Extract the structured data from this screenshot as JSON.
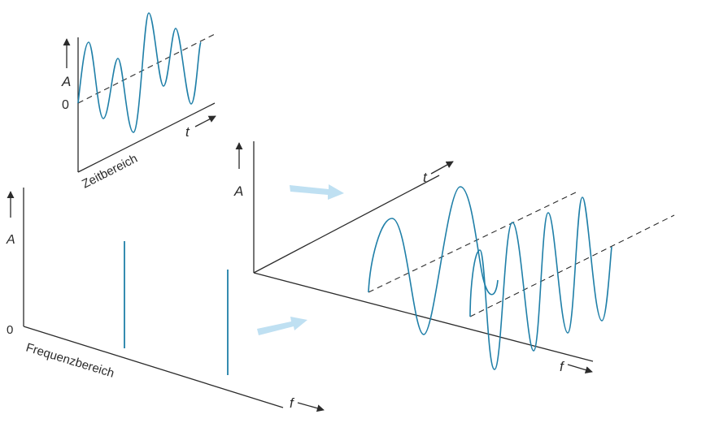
{
  "colors": {
    "wave": "#1f7fa8",
    "axis": "#2b2b2b",
    "arrow": "#bfe0f2",
    "background": "#ffffff"
  },
  "time_domain": {
    "amplitude_label": "A",
    "zero_label": "0",
    "time_label": "t",
    "caption": "Zeitbereich"
  },
  "combined": {
    "amplitude_label": "A",
    "time_label": "t",
    "frequency_label": "f"
  },
  "frequency_domain": {
    "amplitude_label": "A",
    "zero_label": "0",
    "frequency_label": "f",
    "caption": "Frequenzbereich"
  },
  "icons": [
    "arrow-up-icon",
    "arrow-right-icon",
    "transition-arrow-icon"
  ]
}
